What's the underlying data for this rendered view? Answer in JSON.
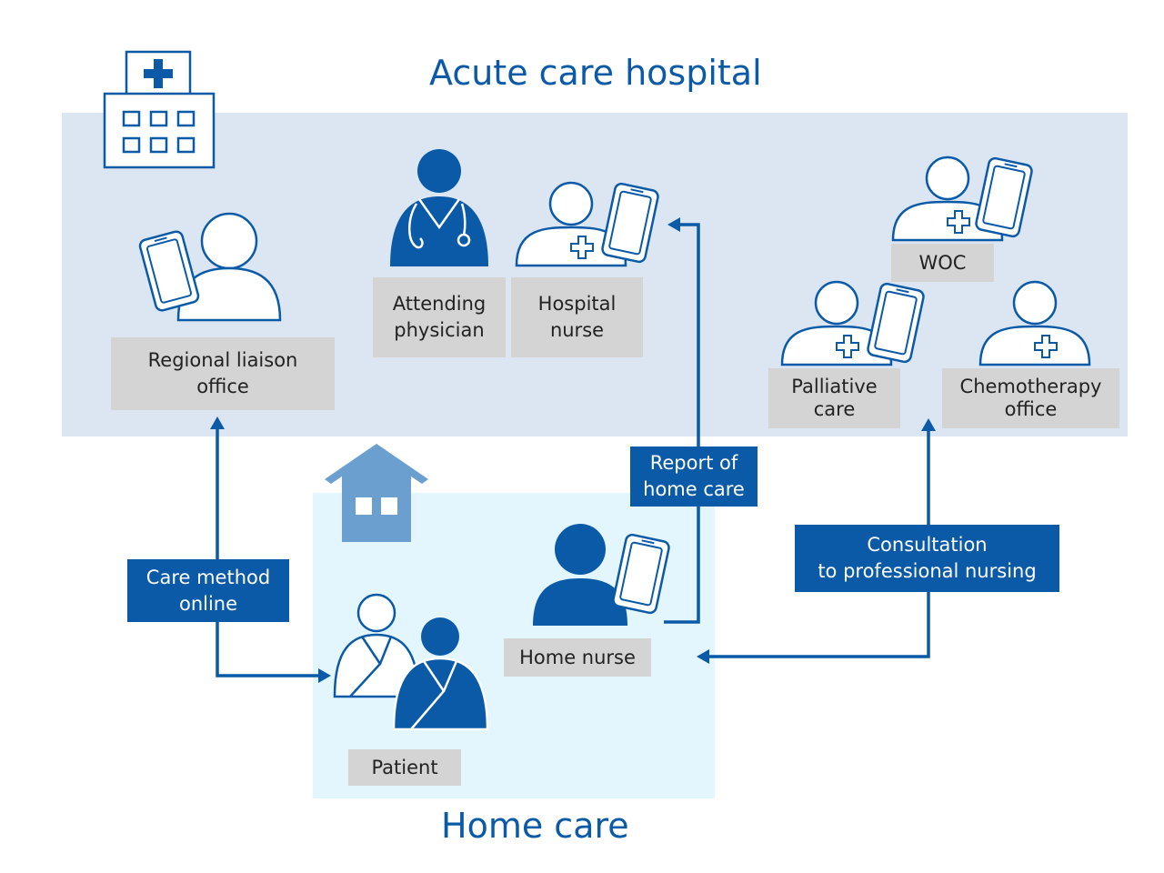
{
  "titles": {
    "hospital": "Acute care hospital",
    "home": "Home care"
  },
  "roles": {
    "regional_liaison": "Regional liaison\noffice",
    "attending_physician": "Attending\nphysician",
    "hospital_nurse": "Hospital\nnurse",
    "woc": "WOC",
    "palliative_care": "Palliative\ncare",
    "chemotherapy_office": "Chemotherapy\noffice",
    "home_nurse": "Home nurse",
    "patient": "Patient"
  },
  "flows": {
    "care_method": "Care method\nonline",
    "report": "Report of\nhome care",
    "consultation": "Consultation\nto professional nursing"
  },
  "colors": {
    "primary": "#0a5aa8",
    "hospital_bg": "#dce6f2",
    "home_bg": "#e3f5fd",
    "label_bg": "#d4d4d4",
    "house": "#6a9fd0"
  },
  "icons": {
    "hospital": "hospital-building-icon",
    "house": "house-icon",
    "person": "person-icon",
    "doctor": "doctor-stethoscope-icon",
    "nurse": "nurse-cross-icon",
    "tablet": "tablet-icon"
  }
}
